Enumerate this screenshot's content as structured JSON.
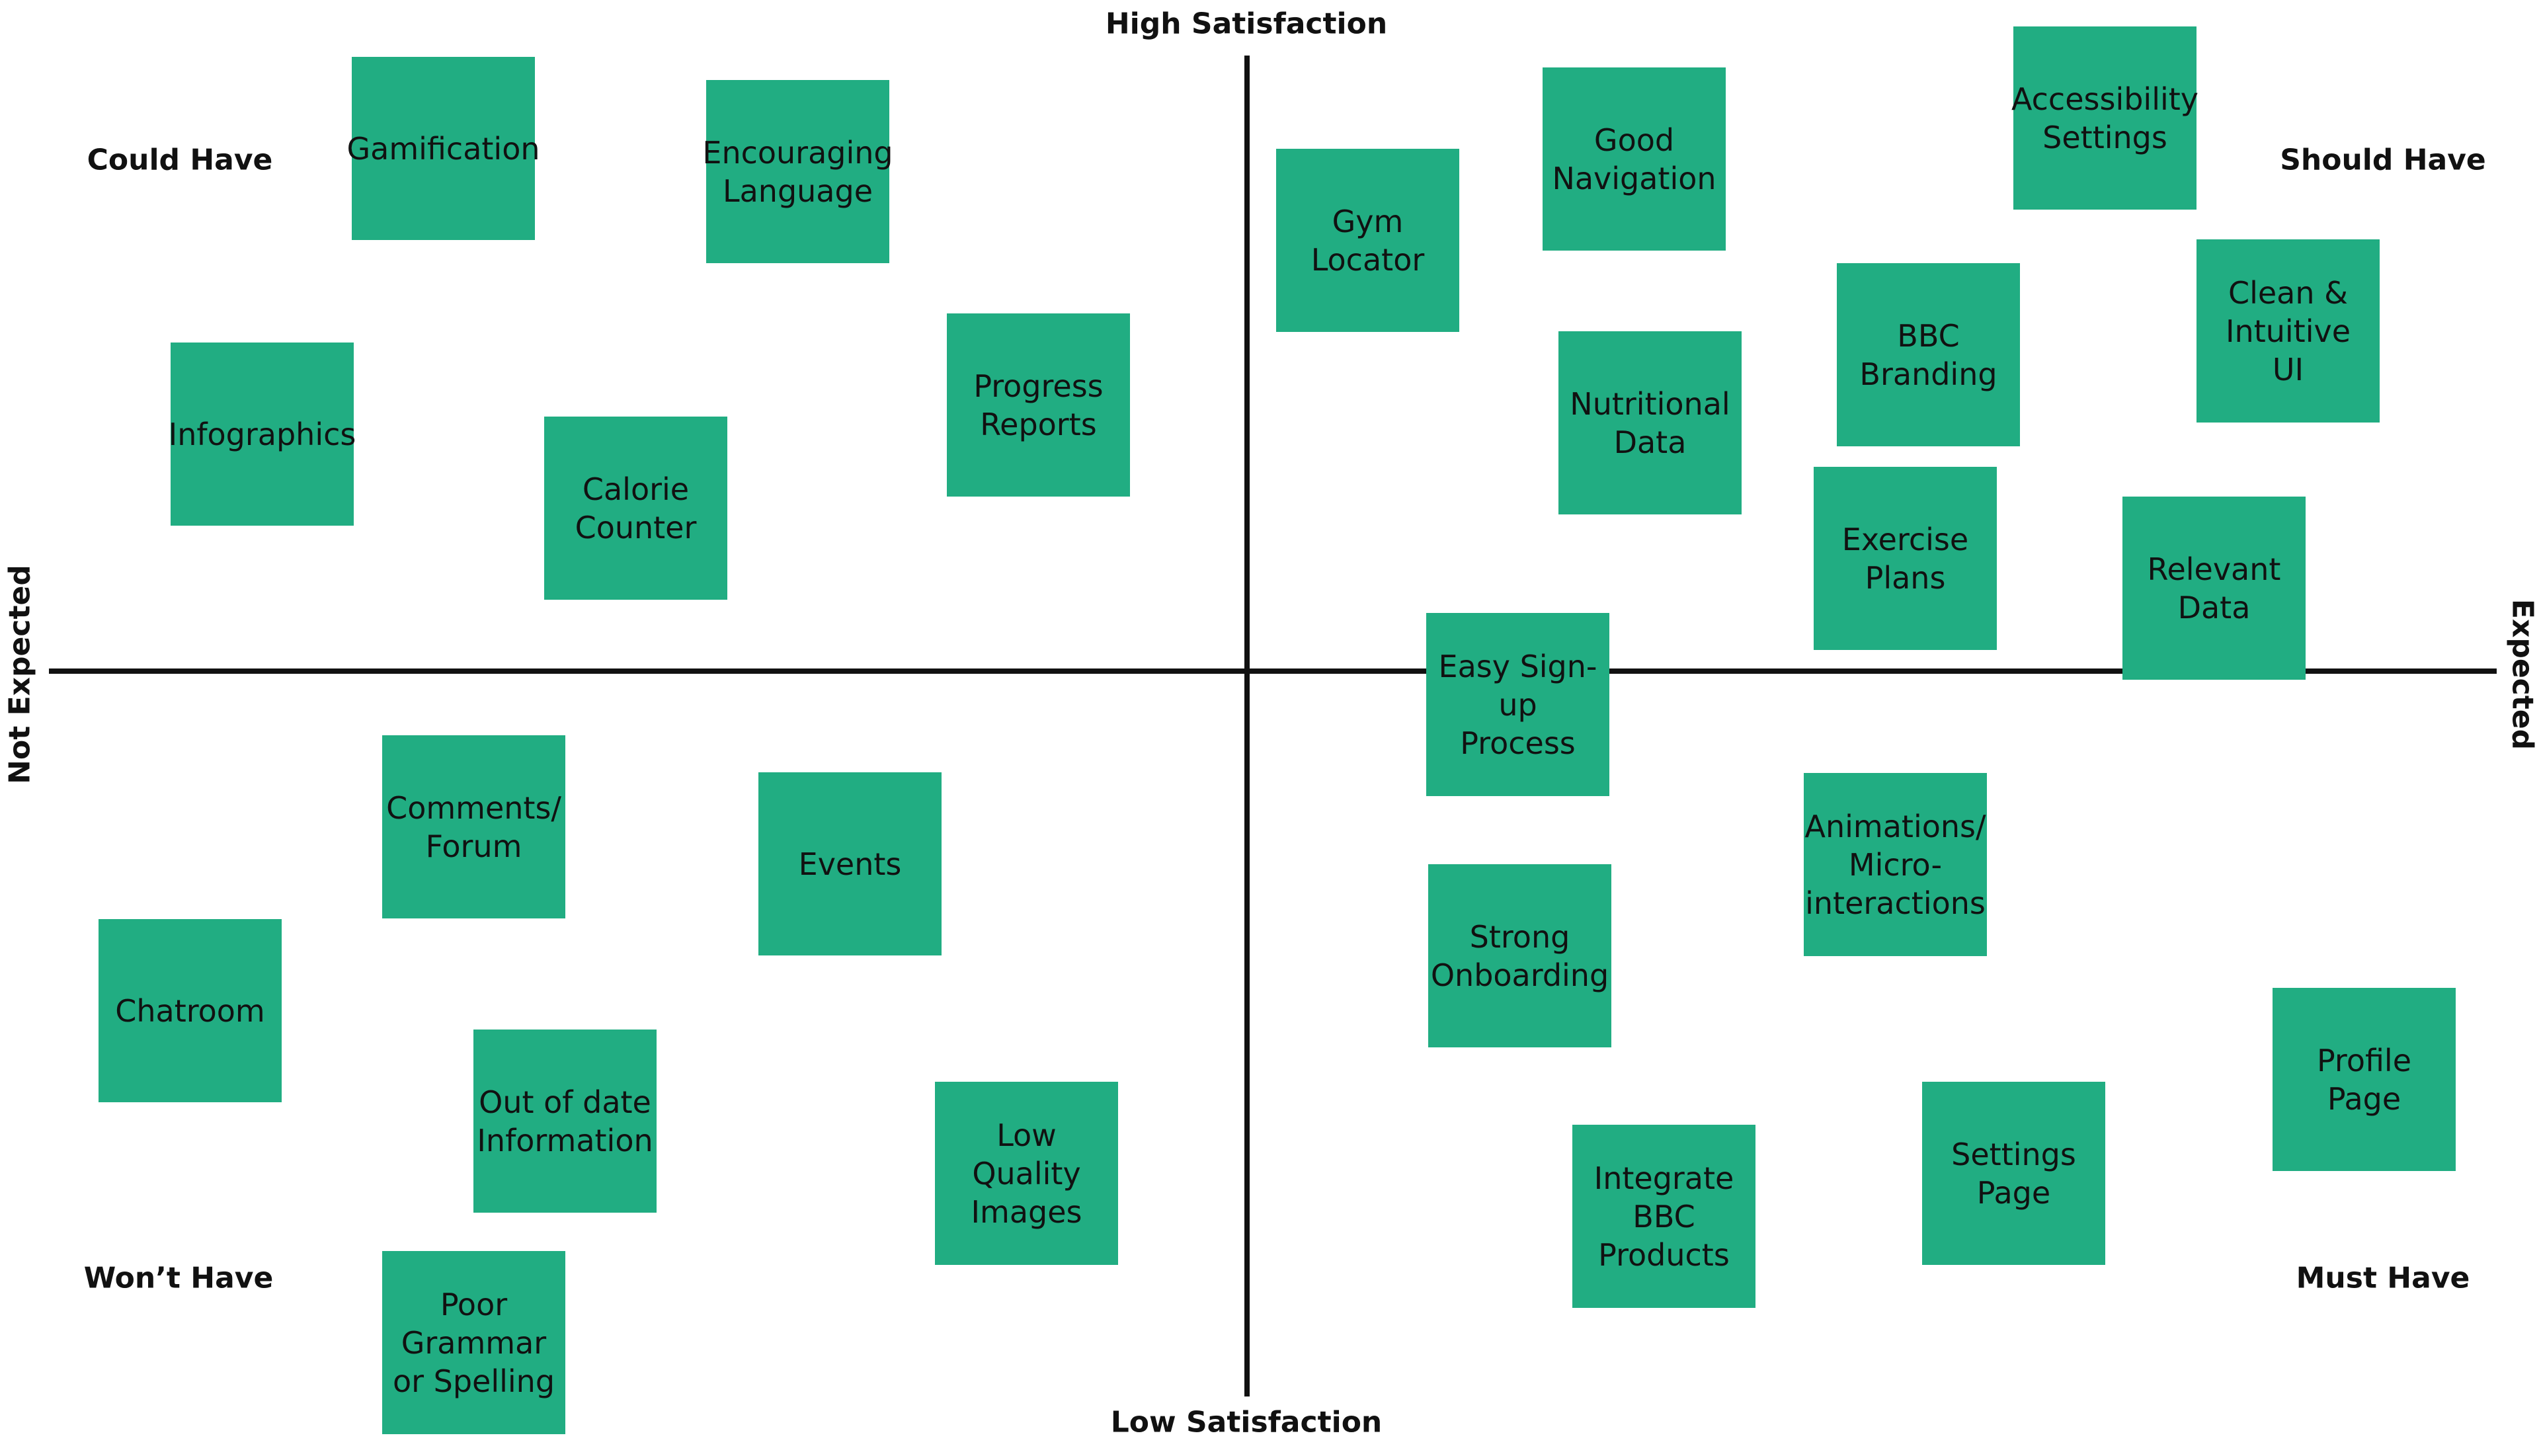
{
  "axes": {
    "top": "High Satisfaction",
    "bottom": "Low Satisfaction",
    "left": "Not Expected",
    "right": "Expected"
  },
  "quadrants": [
    {
      "id": "could",
      "label": "Could Have"
    },
    {
      "id": "should",
      "label": "Should Have"
    },
    {
      "id": "wont",
      "label": "Won’t Have"
    },
    {
      "id": "must",
      "label": "Must Have"
    }
  ],
  "note_color": "#21ad82",
  "notes": [
    {
      "id": "gamification",
      "text": "Gamification"
    },
    {
      "id": "encouraging-language",
      "text": "Encouraging\nLanguage"
    },
    {
      "id": "infographics",
      "text": "Infographics"
    },
    {
      "id": "calorie-counter",
      "text": "Calorie\nCounter"
    },
    {
      "id": "progress-reports",
      "text": "Progress\nReports"
    },
    {
      "id": "gym-locator",
      "text": "Gym\nLocator"
    },
    {
      "id": "good-navigation",
      "text": "Good\nNavigation"
    },
    {
      "id": "accessibility-settings",
      "text": "Accessibility\nSettings"
    },
    {
      "id": "nutritional-data",
      "text": "Nutritional\nData"
    },
    {
      "id": "bbc-branding",
      "text": "BBC\nBranding"
    },
    {
      "id": "clean-intuitive-ui",
      "text": "Clean &\nIntuitive\nUI"
    },
    {
      "id": "exercise-plans",
      "text": "Exercise\nPlans"
    },
    {
      "id": "relevant-data",
      "text": "Relevant\nData"
    },
    {
      "id": "easy-signup",
      "text": "Easy Sign-up\nProcess"
    },
    {
      "id": "comments-forum",
      "text": "Comments/\nForum"
    },
    {
      "id": "events",
      "text": "Events"
    },
    {
      "id": "chatroom",
      "text": "Chatroom"
    },
    {
      "id": "out-of-date",
      "text": "Out of date\nInformation"
    },
    {
      "id": "poor-grammar",
      "text": "Poor\nGrammar\nor Spelling"
    },
    {
      "id": "low-quality-images",
      "text": "Low Quality\nImages"
    },
    {
      "id": "strong-onboarding",
      "text": "Strong\nOnboarding"
    },
    {
      "id": "animations",
      "text": "Animations/\nMicro-\ninteractions"
    },
    {
      "id": "integrate-bbc",
      "text": "Integrate\nBBC\nProducts"
    },
    {
      "id": "settings-page",
      "text": "Settings\nPage"
    },
    {
      "id": "profile-page",
      "text": "Profile\nPage"
    }
  ]
}
